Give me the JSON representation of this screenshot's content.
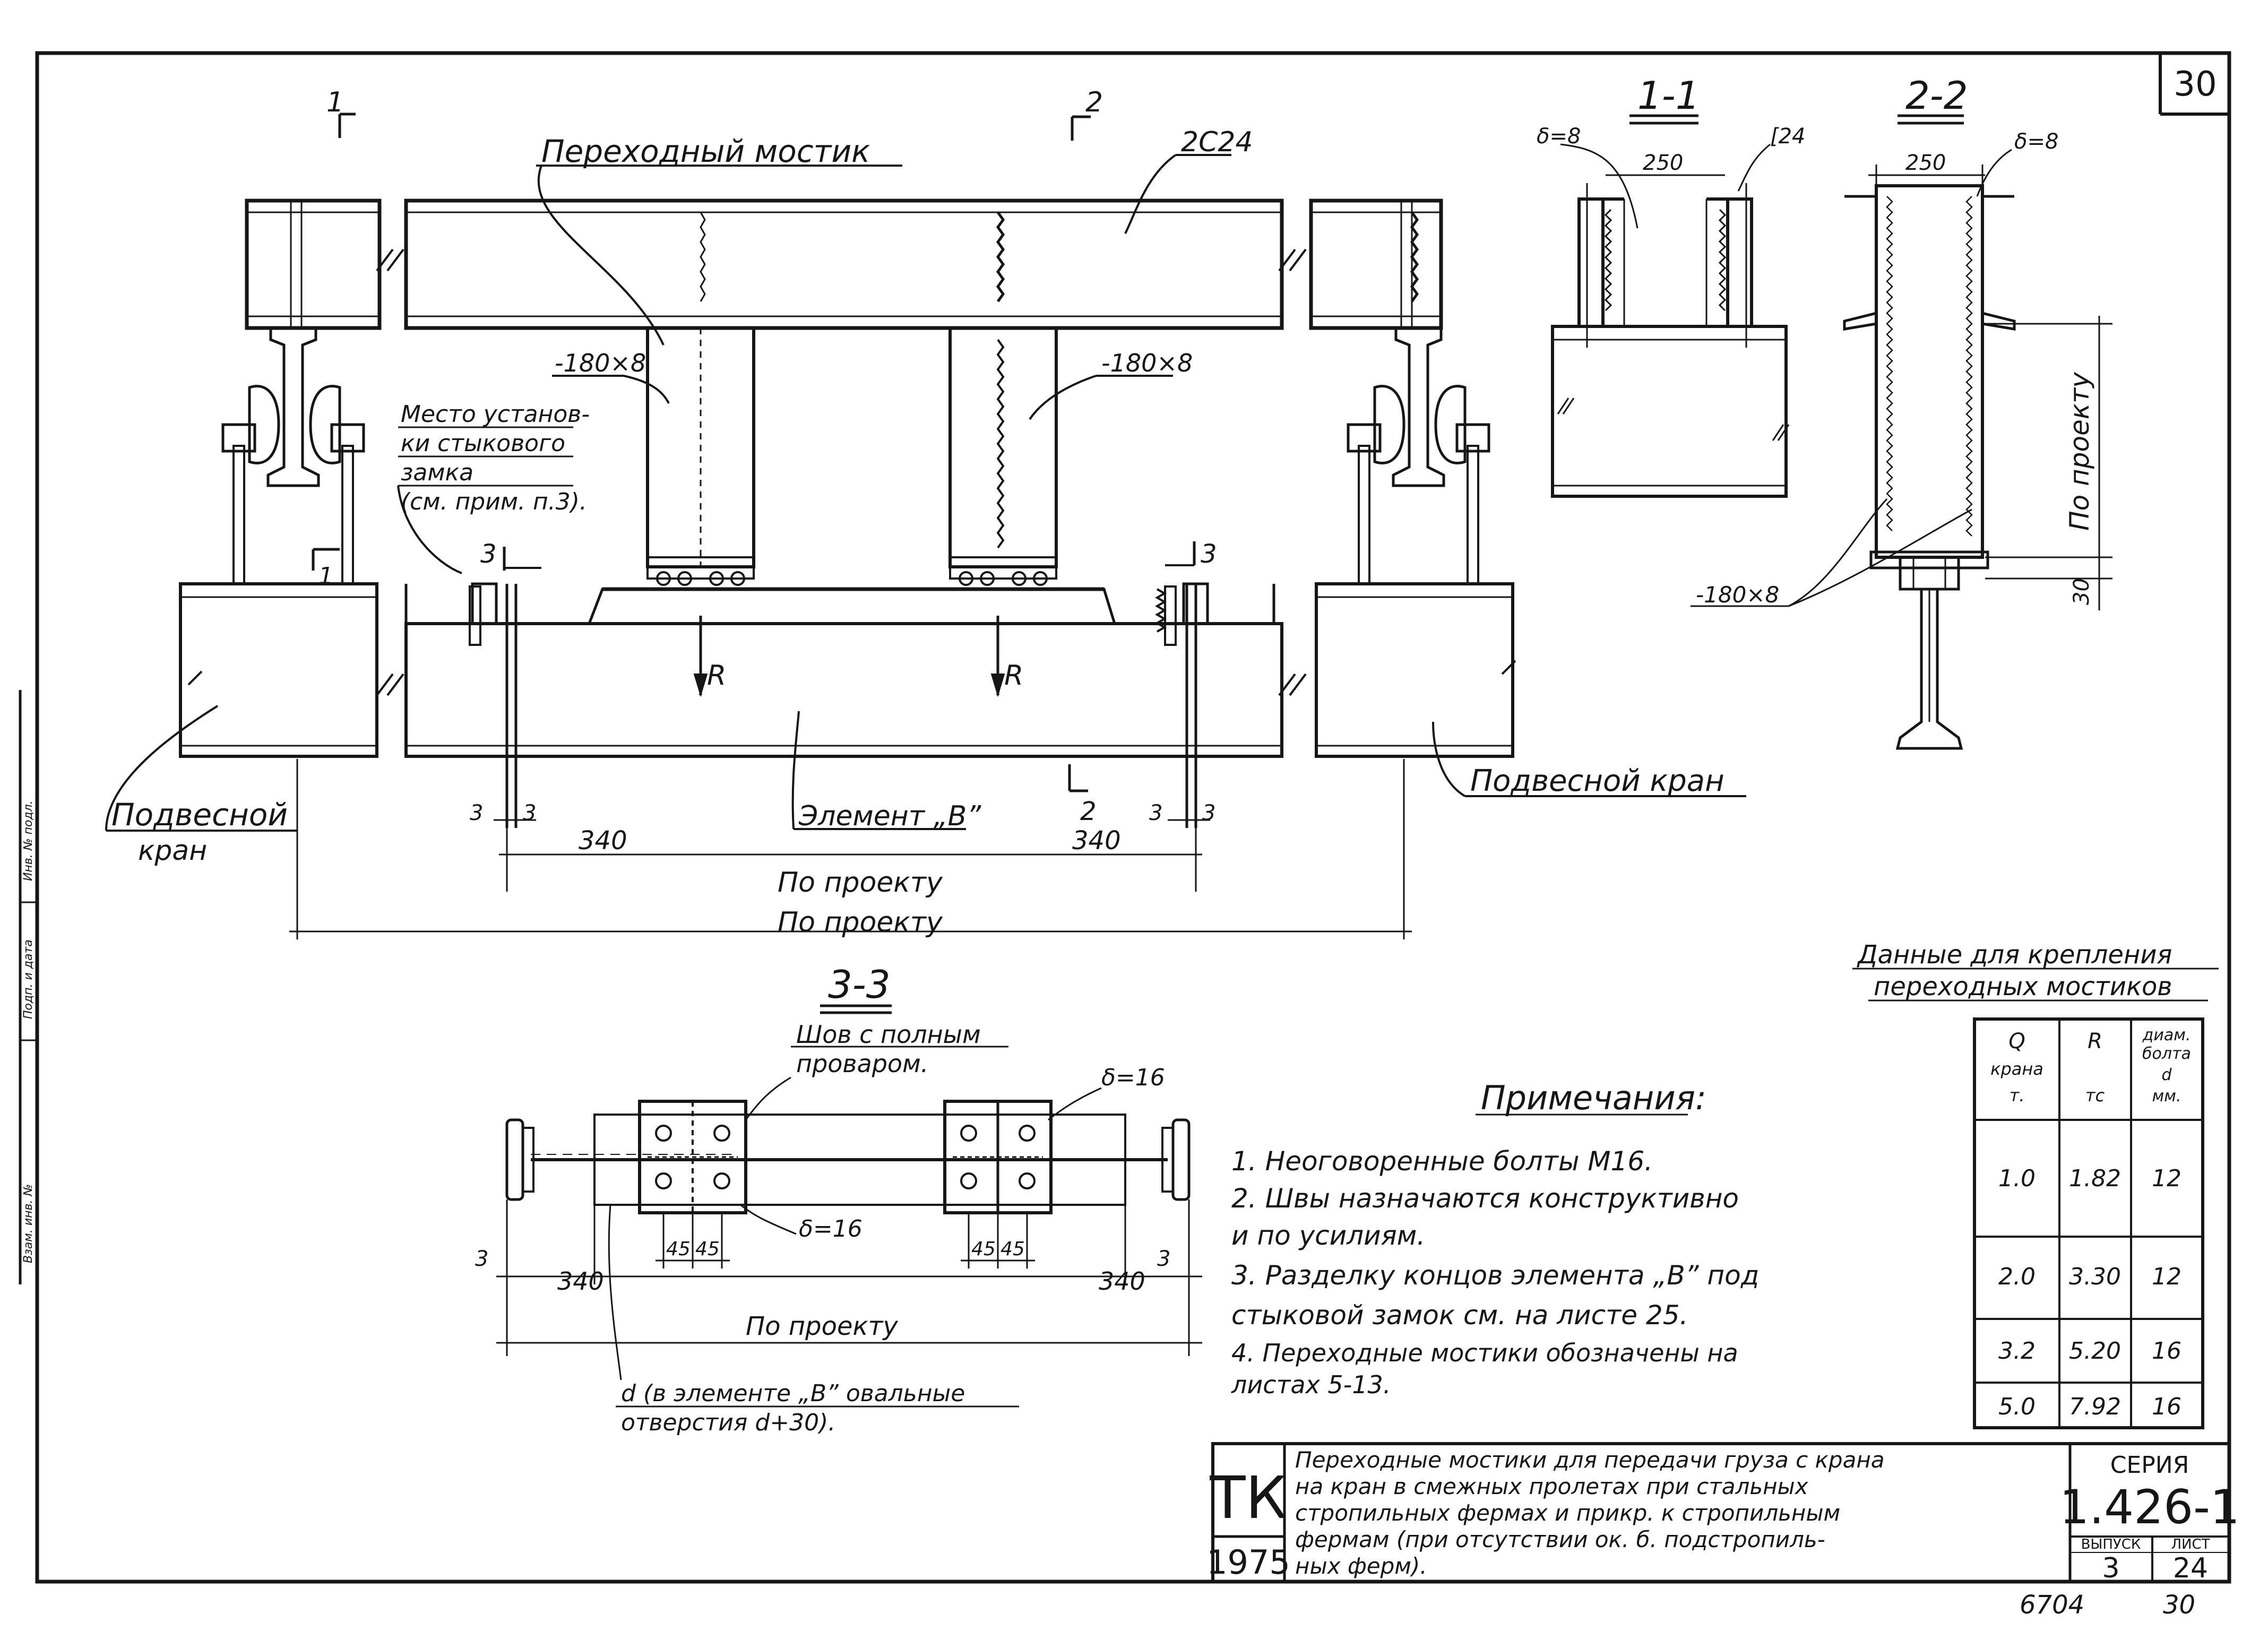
{
  "sheet_no_top": "30",
  "sheet_no_bottom": "30",
  "archive_no": "6704",
  "labels": {
    "bridge": "Переходный мостик",
    "channel_2c24": "2С24",
    "plate_left": "-180×8",
    "plate_right": "-180×8",
    "lock_place": [
      "Место установ-",
      "ки стыкового",
      "замка",
      "(см. прим. п.3)."
    ],
    "element_b": "Элемент „В”",
    "crane_left": [
      "Подвесной",
      "кран"
    ],
    "crane_right": "Подвесной кран",
    "force_r": "R",
    "dim_340": "340",
    "dim_3": "3",
    "dim_project": "По проекту",
    "cut_1": "1",
    "cut_2": "2",
    "cut_3": "3"
  },
  "section_1_1": {
    "title": "1-1",
    "delta": "δ=8",
    "width": "250",
    "channel": "[24"
  },
  "section_2_2": {
    "title": "2-2",
    "width": "250",
    "delta": "δ=8",
    "by_project": "По проекту",
    "dim_30": "30",
    "plate": "-180×8"
  },
  "section_3_3": {
    "title": "3-3",
    "weld_note": [
      "Шов с полным",
      "проваром."
    ],
    "delta_top": "δ=16",
    "delta_bottom": "δ=16",
    "dim_45": "45",
    "dim_340": "340",
    "dim_3": "3",
    "dim_project": "По проекту",
    "hole_note": [
      "d (в элементе „В” овальные",
      "отверстия d+30)."
    ]
  },
  "notes": {
    "title": "Примечания:",
    "items": [
      "1. Неоговоренные болты М16.",
      "2. Швы назначаются конструктивно",
      "    и по усилиям.",
      "3. Разделку концов элемента „В” под",
      "    стыковой замок см. на листе 25.",
      "4. Переходные мостики обозначены на",
      "    листах 5-13."
    ]
  },
  "table": {
    "title": [
      "Данные для крепления",
      "переходных мостиков"
    ],
    "headers": [
      [
        "Q",
        "крана",
        "т."
      ],
      [
        "R",
        "",
        "тс"
      ],
      [
        "диам.",
        "болта",
        "d",
        "мм."
      ]
    ],
    "rows": [
      [
        "1.0",
        "1.82",
        "12"
      ],
      [
        "2.0",
        "3.30",
        "12"
      ],
      [
        "3.2",
        "5.20",
        "16"
      ],
      [
        "5.0",
        "7.92",
        "16"
      ]
    ]
  },
  "title_block": {
    "org": "ТК",
    "year": "1975",
    "description": [
      "Переходные мостики для передачи груза с крана",
      "на кран в смежных пролетах при стальных",
      "стропильных фермах и прикр. к стропильным",
      "фермам (при отсутствии ок. б. подстропиль-",
      "ных ферм)."
    ],
    "series_label": "СЕРИЯ",
    "series_value": "1.426-1",
    "issue_label": "ВЫПУСК",
    "issue_value": "3",
    "sheet_label": "ЛИСТ",
    "sheet_value": "24"
  },
  "margin": {
    "stamp_1": "Инв. № подл.",
    "stamp_2": "Подп. и дата",
    "stamp_3": "Взам. инв. №"
  }
}
